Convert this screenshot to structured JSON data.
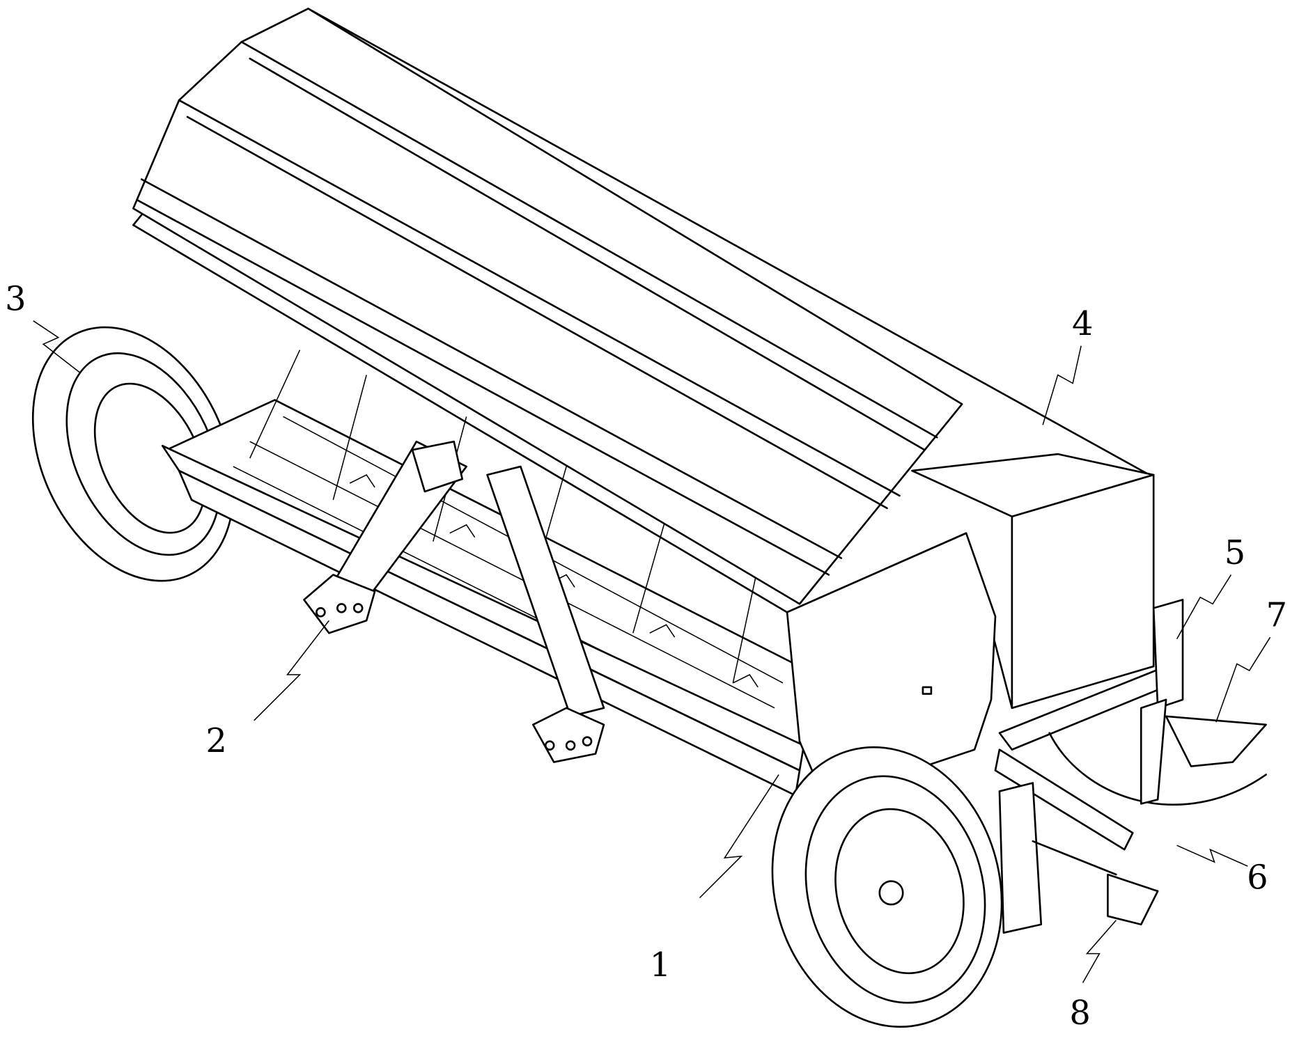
{
  "figure": {
    "type": "patent perspective drawing of a seeder machine",
    "labels": {
      "l1": "1",
      "l2": "2",
      "l3": "3",
      "l4": "4",
      "l5": "5",
      "l6": "6",
      "l7": "7",
      "l8": "8"
    }
  }
}
